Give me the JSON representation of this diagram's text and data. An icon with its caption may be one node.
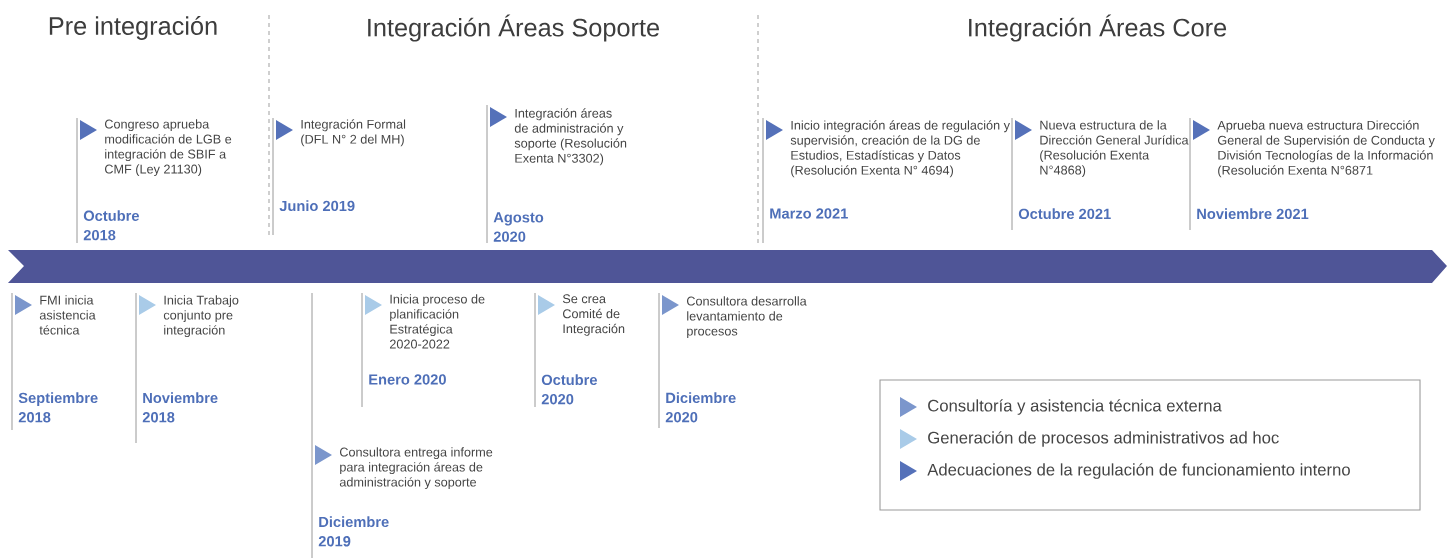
{
  "diagram": {
    "nodes": [
      {
        "text": [
          "Congreso aprueba modificación de LGB e integración de SBIF a CMF (Ley 21130)",
          "Octubre 2018"
        ]
      },
      {
        "text": [
          "Integración Formal (DFL N° 2 del MH)",
          "Junio 2019"
        ]
      },
      {
        "text": [
          "Integración áreas de administración y soporte (Resolución Exenta N°3302)",
          "Agosto 2020"
        ]
      },
      {
        "text": [
          "Inicio integración áreas de regulación y supervisión, creación de la DG de Estudios, Estadísticas y Datos (Resolución Exenta N° 4694)",
          "Marzo 2021"
        ]
      },
      {
        "text": [
          "Nueva estructura de la Dirección General Jurídica (Resolución Exenta N°4868)",
          "Octubre 2021"
        ]
      },
      {
        "text": [
          "Aprueba nueva estructura Dirección General de Supervisión de Conducta y División Tecnologías de la Información (Resolución Exenta N°6871",
          "Noviembre 2021"
        ]
      },
      {
        "text": [
          "FMI inicia asistencia técnica",
          "Septiembre 2018"
        ]
      },
      {
        "text": [
          "Inicia Trabajo conjunto pre integración",
          "Noviembre 2018"
        ]
      },
      {
        "text": [
          "Consultora entrega informe para integración áreas de administración y soporte",
          "Diciembre 2019"
        ]
      },
      {
        "text": [
          "Inicia proceso de planificación Estratégica 2020-2022",
          "Enero 2020"
        ]
      },
      {
        "text": [
          "Se crea Comité de Integración",
          "Octubre 2020"
        ]
      },
      {
        "text": [
          "Consultora desarrolla levantamiento de procesos",
          "Diciembre 2020"
        ]
      }
    ],
    "labels": [
      "Pre integración",
      "Integración Áreas Soporte",
      "Integración Áreas Core"
    ],
    "legend": [
      {
        "text": "Consultoría y asistencia técnica externa",
        "color": "#7b96cc"
      },
      {
        "text": "Generación de procesos administrativos ad hoc",
        "color": "#a9cbe8"
      },
      {
        "text": "Adecuaciones de la regulación de funcionamiento interno",
        "color": "#5571b9"
      }
    ]
  }
}
